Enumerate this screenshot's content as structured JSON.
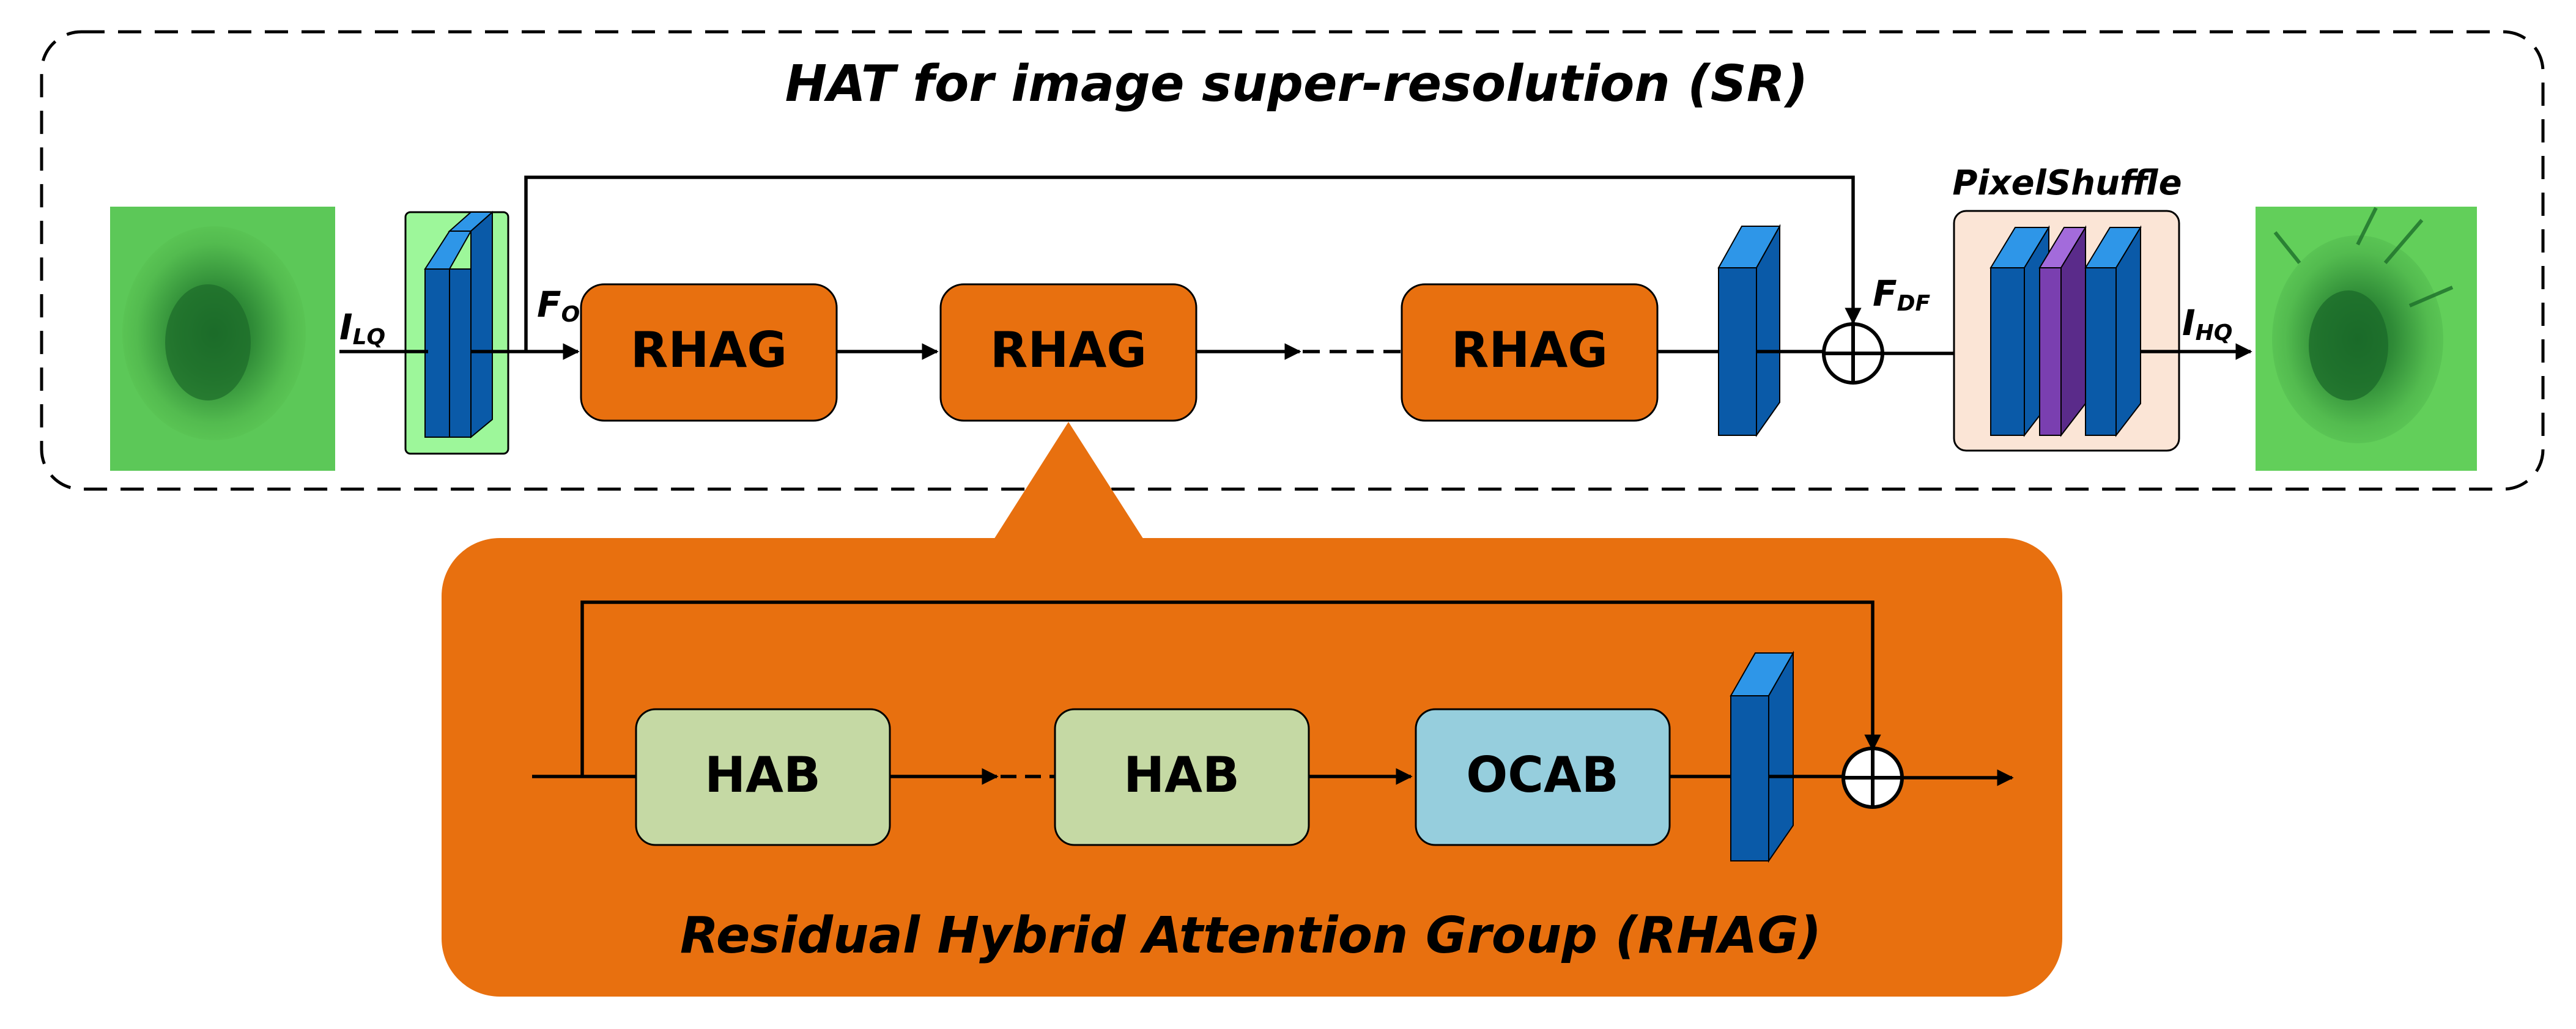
{
  "hat": {
    "title": "HAT for image super-resolution (SR)",
    "input_symbol": "I",
    "input_sub": "LQ",
    "f0_symbol": "F",
    "f0_sub": "O",
    "fdf_symbol": "F",
    "fdf_sub": "DF",
    "output_symbol": "I",
    "output_sub": "HQ",
    "pixelshuffle_label": "PixelShuffle",
    "rhag_blocks": [
      "RHAG",
      "RHAG",
      "RHAG"
    ]
  },
  "rhag": {
    "title": "Residual Hybrid Attention Group (RHAG)",
    "blocks": [
      "HAB",
      "HAB",
      "OCAB"
    ]
  },
  "colors": {
    "rhag_orange": "#E8700F",
    "hab_green": "#C5D9A4",
    "ocab_blue": "#96CEDD",
    "conv_blue_front": "#0A5AA8",
    "conv_blue_side": "#2E96E8",
    "pixel_purple": "#7A3FB0",
    "input_conv_bg": "#9DF79A",
    "pixelshuffle_bg": "#FBE5D6"
  }
}
